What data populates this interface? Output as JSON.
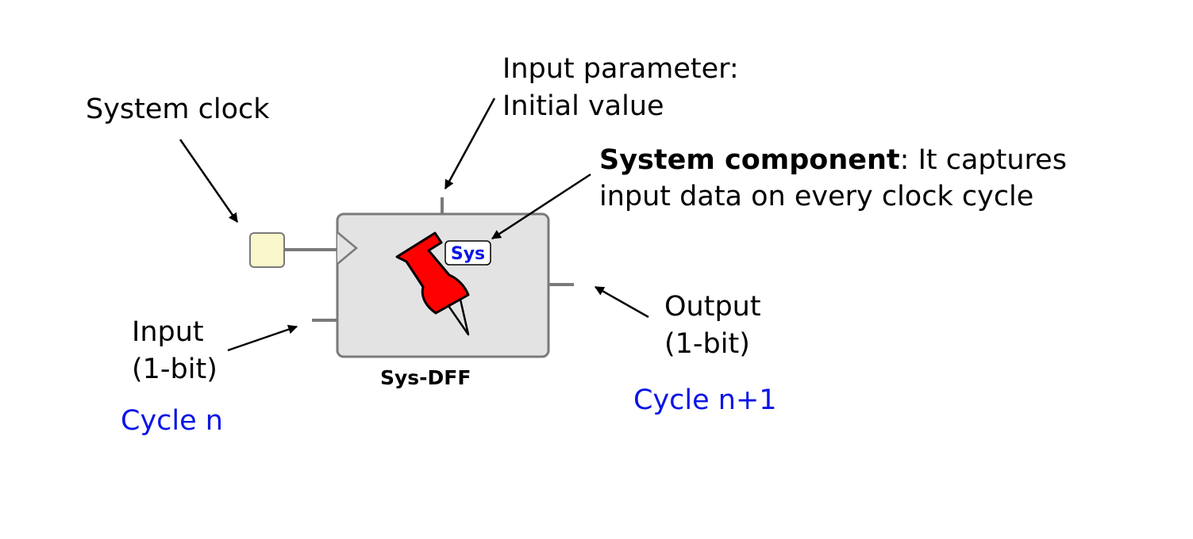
{
  "labels": {
    "system_clock": "System clock",
    "input_parameter_line1": "Input parameter:",
    "input_parameter_line2": "Initial value",
    "system_component_bold": "System component",
    "system_component_rest": ": It captures",
    "system_component_line2": "input data on every clock cycle",
    "input_line1": "Input",
    "input_line2": "(1-bit)",
    "output_line1": "Output",
    "output_line2": "(1-bit)",
    "cycle_n": "Cycle n",
    "cycle_n_plus_1": "Cycle n+1"
  },
  "block": {
    "name": "Sys-DFF",
    "badge": "Sys"
  },
  "colors": {
    "block_fill": "#e3e3e3",
    "block_stroke": "#7a7a7a",
    "clock_fill": "#fbf7cc",
    "pin_fill": "#ff0000",
    "badge_text": "#0a14e6",
    "cycle_text": "#0a14e6"
  },
  "icons": {
    "pin": "pushpin-icon",
    "clock": "clock-source-icon"
  }
}
